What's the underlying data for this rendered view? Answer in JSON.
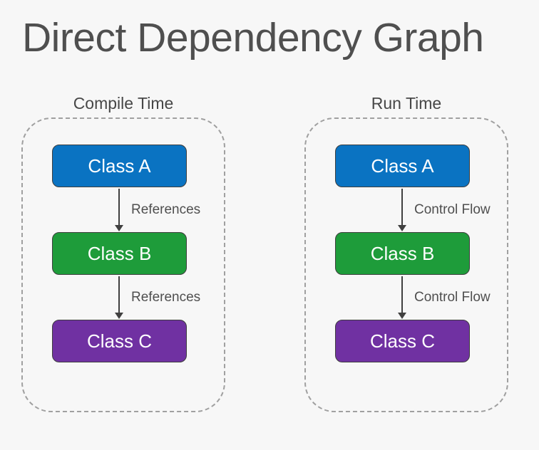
{
  "title": "Direct Dependency Graph",
  "colors": {
    "background": "#f7f7f7",
    "title_text": "#4f4f4f",
    "label_text": "#474747",
    "edge_text": "#4f4f4f",
    "node_text": "#ffffff",
    "node_border": "#3e3e3e",
    "group_border": "#a0a0a0",
    "arrow": "#404040",
    "class_a": "#0a73c2",
    "class_b": "#1e9c3a",
    "class_c": "#7031a2"
  },
  "groups": [
    {
      "label": "Compile Time",
      "nodes": [
        {
          "label": "Class A"
        },
        {
          "label": "Class B"
        },
        {
          "label": "Class C"
        }
      ],
      "edges": [
        {
          "label": "References"
        },
        {
          "label": "References"
        }
      ]
    },
    {
      "label": "Run Time",
      "nodes": [
        {
          "label": "Class A"
        },
        {
          "label": "Class B"
        },
        {
          "label": "Class C"
        }
      ],
      "edges": [
        {
          "label": "Control Flow"
        },
        {
          "label": "Control Flow"
        }
      ]
    }
  ]
}
